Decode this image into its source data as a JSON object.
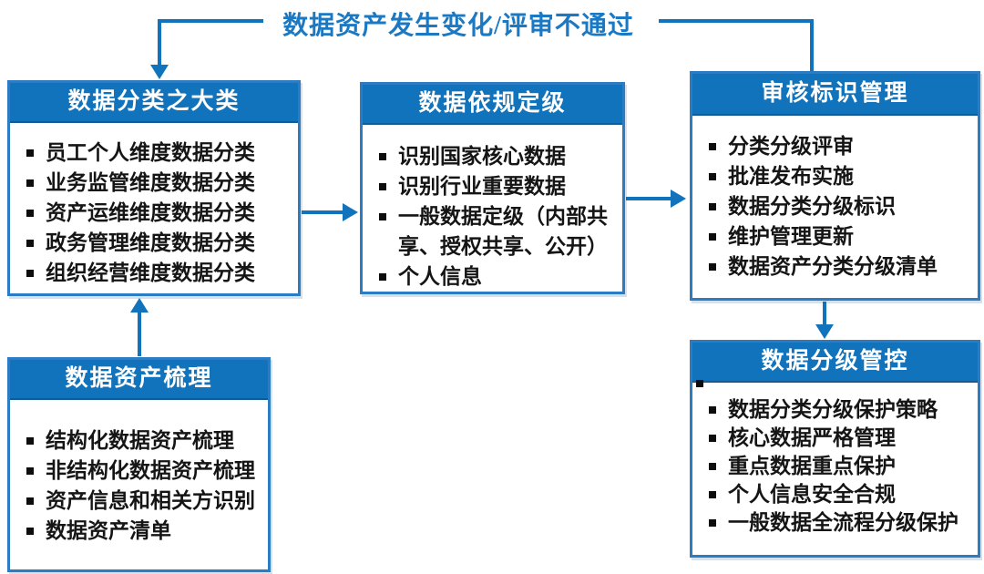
{
  "colors": {
    "accent_blue": "#1173BB",
    "border_blue": "#2B7CC2",
    "feedback_text_blue": "#1B79C3",
    "header_text": "#FFFFFF",
    "body_text": "#151515"
  },
  "feedback": {
    "label": "数据资产发生变化/评审不通过"
  },
  "boxes": {
    "classification": {
      "title": "数据分类之大类",
      "items": [
        "员工个人维度数据分类",
        "业务监管维度数据分类",
        "资产运维维度数据分类",
        "政务管理维度数据分类",
        "组织经营维度数据分类"
      ]
    },
    "grading": {
      "title": "数据依规定级",
      "items": [
        "识别国家核心数据",
        "识别行业重要数据",
        "一般数据定级（内部共享、授权共享、公开）",
        "个人信息"
      ]
    },
    "review": {
      "title": "审核标识管理",
      "items": [
        "分类分级评审",
        "批准发布实施",
        "数据分类分级标识",
        "维护管理更新",
        "数据资产分类分级清单"
      ]
    },
    "inventory": {
      "title": "数据资产梳理",
      "items": [
        "结构化数据资产梳理",
        "非结构化数据资产梳理",
        "资产信息和相关方识别",
        "数据资产清单"
      ]
    },
    "control": {
      "title": "数据分级管控",
      "items": [
        "数据分类分级保护策略",
        "核心数据严格管理",
        "重点数据重点保护",
        "个人信息安全合规",
        "一般数据全流程分级保护"
      ]
    }
  }
}
